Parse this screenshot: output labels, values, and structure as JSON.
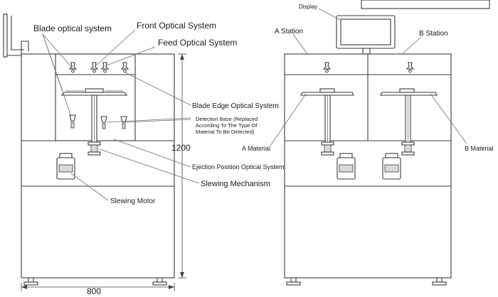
{
  "left_labels": {
    "blade_optical": "Blade optical system",
    "front_optical": "Front Optical System",
    "feed_optical": "Feed Optical System",
    "blade_edge_optical": "Blade Edge Optical System",
    "detection_base_1": "Detection Base (Replaced",
    "detection_base_2": "According To The Type Of",
    "detection_base_3": "Material To Be Detected)",
    "ejection_optical": "Ejection Position Optical System",
    "slewing_mechanism": "Slewing Mechanism",
    "slewing_motor": "Slewing Motor"
  },
  "dimensions": {
    "height": "1200",
    "width": "800"
  },
  "right_labels": {
    "display": "Display",
    "a_station": "A Station",
    "b_station": "B Station",
    "a_material": "A Material",
    "b_material": "B Material"
  }
}
